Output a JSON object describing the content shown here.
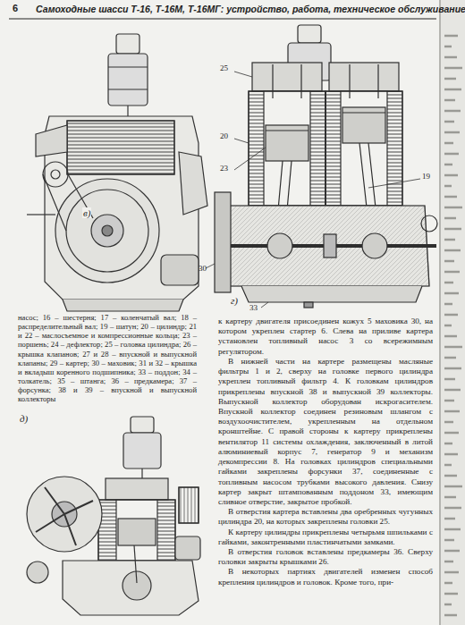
{
  "diagram": {
    "title": "Самоходные шасси Т-16, Т-16М, Т-16МГ: устройство, работа, техническое обслуживание",
    "caption": "насос; 16 – шестерня; 17 – коленчатый вал; 18 – распределительный вал; 19 – шатун; 20 – цилиндр; 21 и 22 – маслосъемное и компрессионные кольца; 23 – поршень; 24 – дефлектор; 25 – головка цилиндра; 26 – крышка клапанов; 27 и 28 – впускной и выпускной клапаны; 29 – картер; 30 – маховик; 31 и 32 – крышка и вкладыш коренного подшипника; 33 – поддон; 34 – толкатель; 35 – штанга; 36 – предкамера; 37 – форсунка; 38 и 39 – впускной и выпускной коллекторы",
    "labels": [
      "6",
      "в)",
      "г)",
      "д)",
      "25",
      "20",
      "23",
      "19",
      "30",
      "33",
      "к картеру двигателя присоединен кожух 5 маховика 30, на котором укреплен стартер 6. Слева на приливе картера установлен топливный насос 3 со всережимным регулятором.",
      "В нижней части на картере размещены масляные фильтры 1 и 2, сверху на головке первого цилиндра укреплен топливный фильтр 4. К головкам цилиндров прикреплены впускной 38 и выпускной 39 коллекторы. Выпускной коллектор оборудован искрогасителем. Впускной коллектор соединен резиновым шлангом с воздухоочистителем, укрепленным на отдельном кронштейне. С правой стороны к картеру прикреплены вентилятор 11 системы охлаждения, заключенный в литой алюминиевый корпус 7, генератор 9 и механизм декомпрессии 8. На головках цилиндров специальными гайками закреплены форсунки 37, соединенные с топливным насосом трубками высокого давления. Снизу картер закрыт штампованным поддоном 33, имеющим сливное отверстие, закрытое пробкой.",
      "В отверстия картера вставлены два оребренных чугунных цилиндра 20, на которых закреплены головки 25.",
      "К картеру цилиндры прикреплены четырьмя шпильками с гайками, законтренными пластинчатыми замками.",
      "В отверстия головок вставлены предкамеры 36. Сверху головки закрыты крышками 26.",
      "В некоторых партиях двигателей изменен способ крепления цилиндров и головок. Кроме того, при-"
    ]
  }
}
